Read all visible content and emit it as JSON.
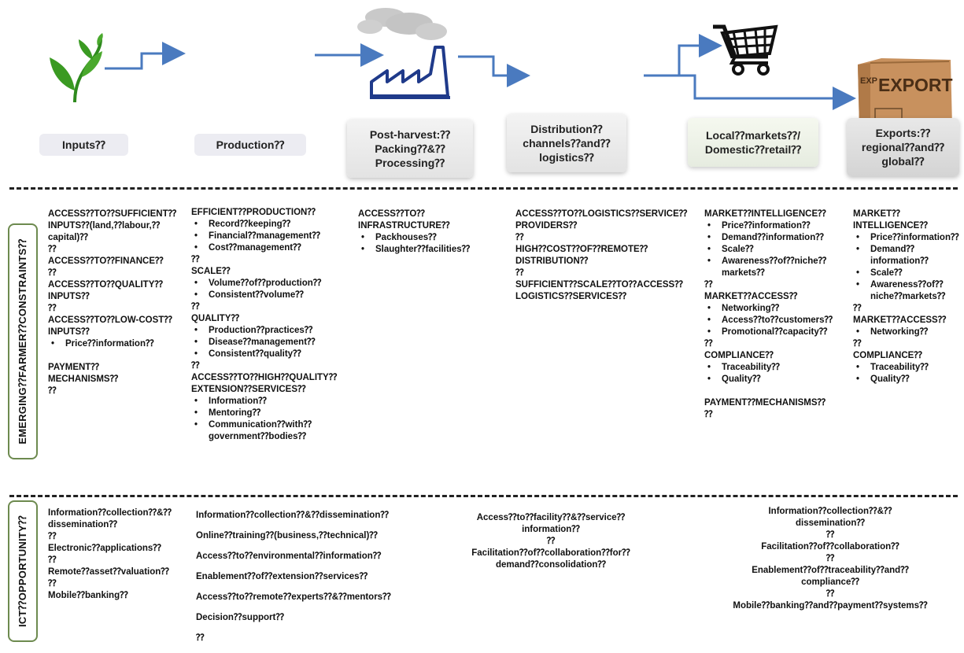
{
  "stages": [
    {
      "id": "inputs",
      "label": "Inputs⁇"
    },
    {
      "id": "production",
      "label": "Production⁇"
    },
    {
      "id": "postharvest",
      "label": "Post-harvest:⁇ Packing⁇&⁇ Processing⁇"
    },
    {
      "id": "distribution",
      "label": "Distribution⁇ channels⁇and⁇ logistics⁇"
    },
    {
      "id": "local",
      "label": "Local⁇markets⁇/ Domestic⁇retail⁇"
    },
    {
      "id": "exports",
      "label": "Exports:⁇ regional⁇and⁇ global⁇"
    }
  ],
  "export_box_label": "EXPORT",
  "row_labels": {
    "constraints": "EMERGING⁇FARMER⁇CONSTRAINTS⁇",
    "opportunity": "ICT⁇OPPORTUNITY⁇"
  },
  "constraints": [
    {
      "id": "c-inputs",
      "lines": [
        {
          "t": "ACCESS⁇TO⁇SUFFICIENT⁇",
          "k": "ln"
        },
        {
          "t": "INPUTS⁇(land,⁇labour,⁇",
          "k": "ln"
        },
        {
          "t": "capital)⁇",
          "k": "ln"
        },
        {
          "t": "⁇",
          "k": "ln"
        },
        {
          "t": "ACCESS⁇TO⁇FINANCE⁇",
          "k": "ln"
        },
        {
          "t": "⁇",
          "k": "ln"
        },
        {
          "t": "ACCESS⁇TO⁇QUALITY⁇",
          "k": "ln"
        },
        {
          "t": "INPUTS⁇",
          "k": "ln"
        },
        {
          "t": "⁇",
          "k": "ln"
        },
        {
          "t": "ACCESS⁇TO⁇LOW-COST⁇",
          "k": "ln"
        },
        {
          "t": "INPUTS⁇",
          "k": "ln"
        },
        {
          "t": "Price⁇information⁇",
          "k": "b"
        },
        {
          "t": " ",
          "k": "ln"
        },
        {
          "t": "PAYMENT⁇",
          "k": "ln"
        },
        {
          "t": "MECHANISMS⁇",
          "k": "ln"
        },
        {
          "t": "⁇",
          "k": "ln"
        }
      ]
    },
    {
      "id": "c-production",
      "lines": [
        {
          "t": "EFFICIENT⁇PRODUCTION⁇",
          "k": "ln"
        },
        {
          "t": "Record⁇keeping⁇",
          "k": "b"
        },
        {
          "t": "Financial⁇management⁇",
          "k": "b"
        },
        {
          "t": "Cost⁇management⁇",
          "k": "b"
        },
        {
          "t": "⁇",
          "k": "ln"
        },
        {
          "t": "SCALE⁇",
          "k": "ln"
        },
        {
          "t": "Volume⁇of⁇production⁇",
          "k": "b"
        },
        {
          "t": "Consistent⁇volume⁇",
          "k": "b"
        },
        {
          "t": "⁇",
          "k": "ln"
        },
        {
          "t": "QUALITY⁇",
          "k": "ln"
        },
        {
          "t": "Production⁇practices⁇",
          "k": "b"
        },
        {
          "t": "Disease⁇management⁇",
          "k": "b"
        },
        {
          "t": "Consistent⁇quality⁇",
          "k": "b"
        },
        {
          "t": "⁇",
          "k": "ln"
        },
        {
          "t": "ACCESS⁇TO⁇HIGH⁇QUALITY⁇",
          "k": "ln"
        },
        {
          "t": "EXTENSION⁇SERVICES⁇",
          "k": "ln"
        },
        {
          "t": "Information⁇",
          "k": "b"
        },
        {
          "t": "Mentoring⁇",
          "k": "b"
        },
        {
          "t": "Communication⁇with⁇",
          "k": "b"
        },
        {
          "t": "government⁇bodies⁇",
          "k": "sub"
        }
      ]
    },
    {
      "id": "c-postharvest",
      "lines": [
        {
          "t": "ACCESS⁇TO⁇",
          "k": "ln"
        },
        {
          "t": "INFRASTRUCTURE⁇",
          "k": "ln"
        },
        {
          "t": "Packhouses⁇",
          "k": "b"
        },
        {
          "t": "Slaughter⁇facilities⁇",
          "k": "b"
        }
      ]
    },
    {
      "id": "c-distribution",
      "lines": [
        {
          "t": "ACCESS⁇TO⁇LOGISTICS⁇SERVICE⁇",
          "k": "ln"
        },
        {
          "t": "PROVIDERS⁇",
          "k": "ln"
        },
        {
          "t": "⁇",
          "k": "ln"
        },
        {
          "t": "HIGH⁇COST⁇OF⁇REMOTE⁇",
          "k": "ln"
        },
        {
          "t": "DISTRIBUTION⁇",
          "k": "ln"
        },
        {
          "t": "⁇",
          "k": "ln"
        },
        {
          "t": "SUFFICIENT⁇SCALE⁇TO⁇ACCESS⁇",
          "k": "ln"
        },
        {
          "t": "LOGISTICS⁇SERVICES⁇",
          "k": "ln"
        }
      ]
    },
    {
      "id": "c-local",
      "lines": [
        {
          "t": "MARKET⁇INTELLIGENCE⁇",
          "k": "ln"
        },
        {
          "t": "Price⁇information⁇",
          "k": "b"
        },
        {
          "t": "Demand⁇information⁇",
          "k": "b"
        },
        {
          "t": "Scale⁇",
          "k": "b"
        },
        {
          "t": "Awareness⁇of⁇niche⁇",
          "k": "b"
        },
        {
          "t": "markets⁇",
          "k": "sub"
        },
        {
          "t": "⁇",
          "k": "ln"
        },
        {
          "t": "MARKET⁇ACCESS⁇",
          "k": "ln"
        },
        {
          "t": "Networking⁇",
          "k": "b"
        },
        {
          "t": "Access⁇to⁇customers⁇",
          "k": "b"
        },
        {
          "t": "Promotional⁇capacity⁇",
          "k": "b"
        },
        {
          "t": "⁇",
          "k": "ln"
        },
        {
          "t": "COMPLIANCE⁇",
          "k": "ln"
        },
        {
          "t": "Traceability⁇",
          "k": "b"
        },
        {
          "t": "Quality⁇",
          "k": "b"
        },
        {
          "t": " ",
          "k": "ln"
        },
        {
          "t": "PAYMENT⁇MECHANISMS⁇",
          "k": "ln"
        },
        {
          "t": "⁇",
          "k": "ln"
        }
      ]
    },
    {
      "id": "c-exports",
      "lines": [
        {
          "t": "MARKET⁇",
          "k": "ln"
        },
        {
          "t": "INTELLIGENCE⁇",
          "k": "ln"
        },
        {
          "t": "Price⁇information⁇",
          "k": "b"
        },
        {
          "t": "Demand⁇",
          "k": "b"
        },
        {
          "t": "information⁇",
          "k": "sub"
        },
        {
          "t": "Scale⁇",
          "k": "b"
        },
        {
          "t": "Awareness⁇of⁇",
          "k": "b"
        },
        {
          "t": "niche⁇markets⁇",
          "k": "sub"
        },
        {
          "t": "⁇",
          "k": "ln"
        },
        {
          "t": "MARKET⁇ACCESS⁇",
          "k": "ln"
        },
        {
          "t": "Networking⁇",
          "k": "b"
        },
        {
          "t": "⁇",
          "k": "ln"
        },
        {
          "t": "COMPLIANCE⁇",
          "k": "ln"
        },
        {
          "t": "Traceability⁇",
          "k": "b"
        },
        {
          "t": "Quality⁇",
          "k": "b"
        }
      ]
    }
  ],
  "opportunities": [
    {
      "id": "o-inputs",
      "lines": [
        "Information⁇collection⁇&⁇",
        "dissemination⁇",
        "⁇",
        "Electronic⁇applications⁇",
        "⁇",
        "Remote⁇asset⁇valuation⁇",
        "⁇",
        "Mobile⁇banking⁇"
      ]
    },
    {
      "id": "o-production",
      "lines": [
        "Information⁇collection⁇&⁇dissemination⁇",
        "Online⁇training⁇(business,⁇technical)⁇",
        "Access⁇to⁇environmental⁇information⁇",
        "Enablement⁇of⁇extension⁇services⁇",
        "Access⁇to⁇remote⁇experts⁇&⁇mentors⁇",
        "Decision⁇support⁇",
        "⁇"
      ]
    },
    {
      "id": "o-distribution",
      "lines": [
        "Access⁇to⁇facility⁇&⁇service⁇",
        "information⁇",
        "⁇",
        "Facilitation⁇of⁇collaboration⁇for⁇",
        "demand⁇consolidation⁇"
      ]
    },
    {
      "id": "o-markets",
      "lines": [
        "Information⁇collection⁇&⁇",
        "dissemination⁇",
        "⁇",
        "Facilitation⁇of⁇collaboration⁇",
        "⁇",
        "Enablement⁇of⁇traceability⁇and⁇",
        "compliance⁇",
        "⁇",
        "Mobile⁇banking⁇and⁇payment⁇systems⁇"
      ]
    }
  ]
}
